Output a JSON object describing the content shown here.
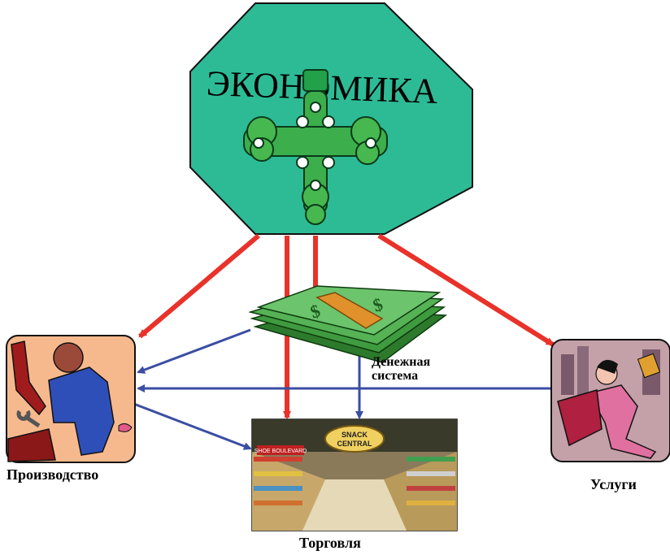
{
  "title": "ЭКОНОМИКА",
  "nodes": {
    "money": {
      "label_line1": "Денежная",
      "label_line2": "система"
    },
    "production": {
      "label": "Производство"
    },
    "trade": {
      "label": "Торговля"
    },
    "services": {
      "label": "Услуги"
    }
  },
  "store_sign_1": "SNACK",
  "store_sign_2": "CENTRAL",
  "store_sign_3": "SHOE BOULEVARD",
  "colors": {
    "octagon": "#2dbb96",
    "red_arrow": "#e8322a",
    "blue_arrow": "#3b4ea3",
    "money": "#3f9b3f",
    "band": "#e0912b"
  },
  "icons": {
    "knot": "celtic-knot-cross-icon",
    "worker": "worker-with-wrench-icon",
    "courier": "running-courier-icon",
    "money": "cash-stack-icon",
    "store": "store-aisle-photo"
  }
}
